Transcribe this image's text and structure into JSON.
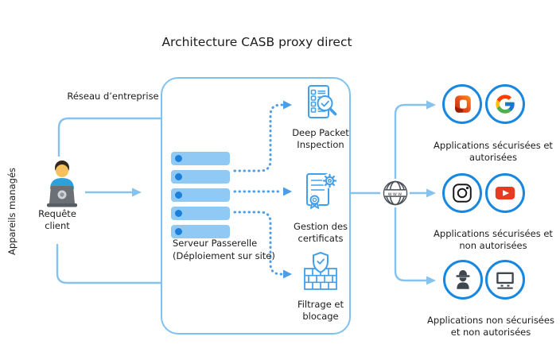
{
  "title": "Architecture CASB proxy direct",
  "left": {
    "vertical_label": "Appareils managés",
    "network_label": "Réseau d’entreprise",
    "client_label": "Requête client"
  },
  "gateway": {
    "label": "Serveur Passerelle (Déploiement sur site)",
    "functions": [
      {
        "label": "Deep Packet Inspection",
        "icon": "inspection-magnifier-icon"
      },
      {
        "label": "Gestion des certificats",
        "icon": "certificate-gear-icon"
      },
      {
        "label": "Filtrage et blocage",
        "icon": "firewall-shield-icon"
      }
    ]
  },
  "internet": {
    "www_text": "www",
    "icon": "www-globe-icon"
  },
  "destinations": [
    {
      "label": "Applications sécurisées et autorisées",
      "icons": [
        "office-icon",
        "google-icon"
      ]
    },
    {
      "label": "Applications sécurisées et non autorisées",
      "icons": [
        "instagram-icon",
        "youtube-icon"
      ]
    },
    {
      "label": "Applications non sécurisées et non autorisées",
      "icons": [
        "spy-icon",
        "computer-icon"
      ]
    }
  ],
  "colors": {
    "line_blue": "#85c2ee",
    "dotted_blue": "#4c9ee8",
    "ring_blue": "#1787e0",
    "icon_blue": "#41a0ec",
    "bar_fill": "#90caf4",
    "bar_dot": "#1b80db",
    "dark_gray": "#3f464d"
  }
}
